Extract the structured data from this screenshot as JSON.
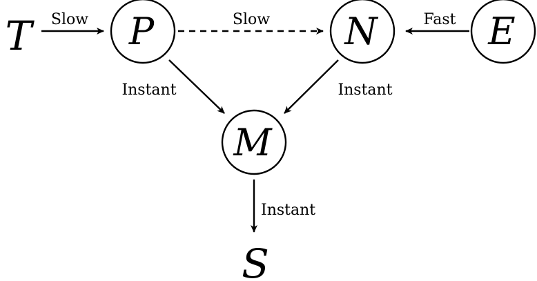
{
  "nodes": {
    "T": {
      "letter": "T"
    },
    "P": {
      "letter": "P"
    },
    "N": {
      "letter": "N"
    },
    "E": {
      "letter": "E"
    },
    "M": {
      "letter": "M"
    },
    "S": {
      "letter": "S"
    }
  },
  "edges": {
    "t_to_p": {
      "label": "Slow",
      "style": "solid"
    },
    "p_to_n": {
      "label": "Slow",
      "style": "dashed"
    },
    "e_to_n": {
      "label": "Fast",
      "style": "solid"
    },
    "p_to_m": {
      "label": "Instant",
      "style": "solid"
    },
    "n_to_m": {
      "label": "Instant",
      "style": "solid"
    },
    "m_to_s": {
      "label": "Instant",
      "style": "solid"
    }
  },
  "colors": {
    "stroke": "#000000",
    "background": "#ffffff"
  }
}
